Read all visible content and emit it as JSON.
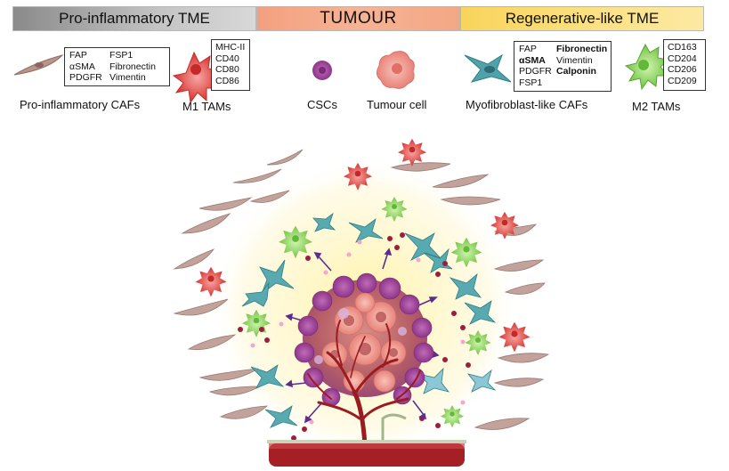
{
  "header": {
    "left": "Pro-inflammatory TME",
    "center": "TUMOUR",
    "right": "Regenerative-like TME"
  },
  "legend": {
    "pro_cafs": {
      "label": "Pro-inflammatory CAFs",
      "col1": [
        "FAP",
        "αSMA",
        "PDGFR"
      ],
      "col2": [
        "FSP1",
        "Fibronectin",
        "Vimentin"
      ]
    },
    "m1": {
      "label": "M1 TAMs",
      "markers": [
        "MHC-II",
        "CD40",
        "CD80",
        "CD86"
      ]
    },
    "cscs": {
      "label": "CSCs"
    },
    "tumour_cell": {
      "label": "Tumour cell"
    },
    "myo_cafs": {
      "label": "Myofibroblast-like CAFs",
      "col1": [
        "FAP",
        "αSMA",
        "PDGFR",
        "FSP1"
      ],
      "col2": [
        "Fibronectin",
        "Vimentin",
        "Calponin"
      ]
    },
    "m2": {
      "label": "M2 TAMs",
      "markers": [
        "CD163",
        "CD204",
        "CD206",
        "CD209"
      ]
    }
  },
  "colors": {
    "pro_header": "#a6a6a6",
    "tumour_header": "#f5a989",
    "regen_header": "#fbdc74",
    "m1": "#e0443f",
    "m2": "#8fd45a",
    "caf_pro": "#b8958a",
    "caf_myo": "#4fa3a8",
    "csc": "#a04a9c",
    "tumour_cell": "#e9948a",
    "vessel": "#a01e22"
  }
}
